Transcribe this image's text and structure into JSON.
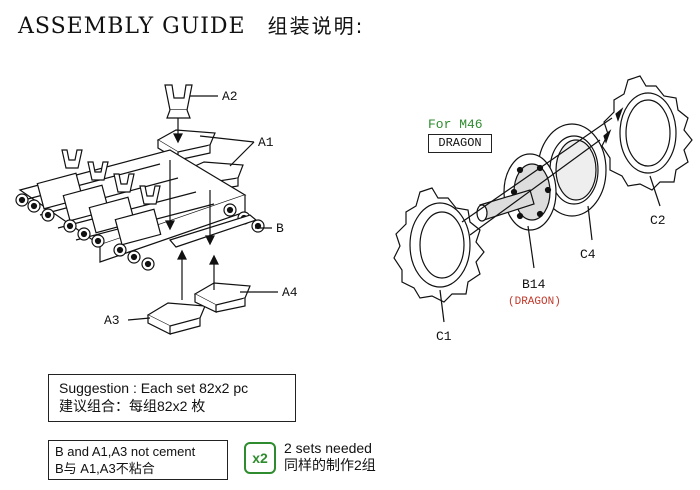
{
  "header": {
    "title_en": "ASSEMBLY GUIDE",
    "title_zh": "组装说明:"
  },
  "labels": {
    "a1": "A1",
    "a2": "A2",
    "a3": "A3",
    "a4": "A4",
    "b": "B",
    "c1": "C1",
    "c2": "C2",
    "c4": "C4",
    "b14": "B14",
    "b14_note": "(DRAGON)",
    "for_m46": "For M46",
    "dragon": "DRAGON"
  },
  "suggestion": {
    "line1": "Suggestion : Each set 82x2 pc",
    "line2": "建议组合：每组82x2 枚"
  },
  "not_cement": {
    "line1": "B and A1,A3 not cement",
    "line2": "B与 A1,A3不粘合"
  },
  "sets": {
    "badge": "x2",
    "line1": "2 sets needed",
    "line2": "同样的制作2组"
  },
  "colors": {
    "green": "#2e8b2e",
    "red": "#c0392b",
    "ink": "#111111"
  }
}
